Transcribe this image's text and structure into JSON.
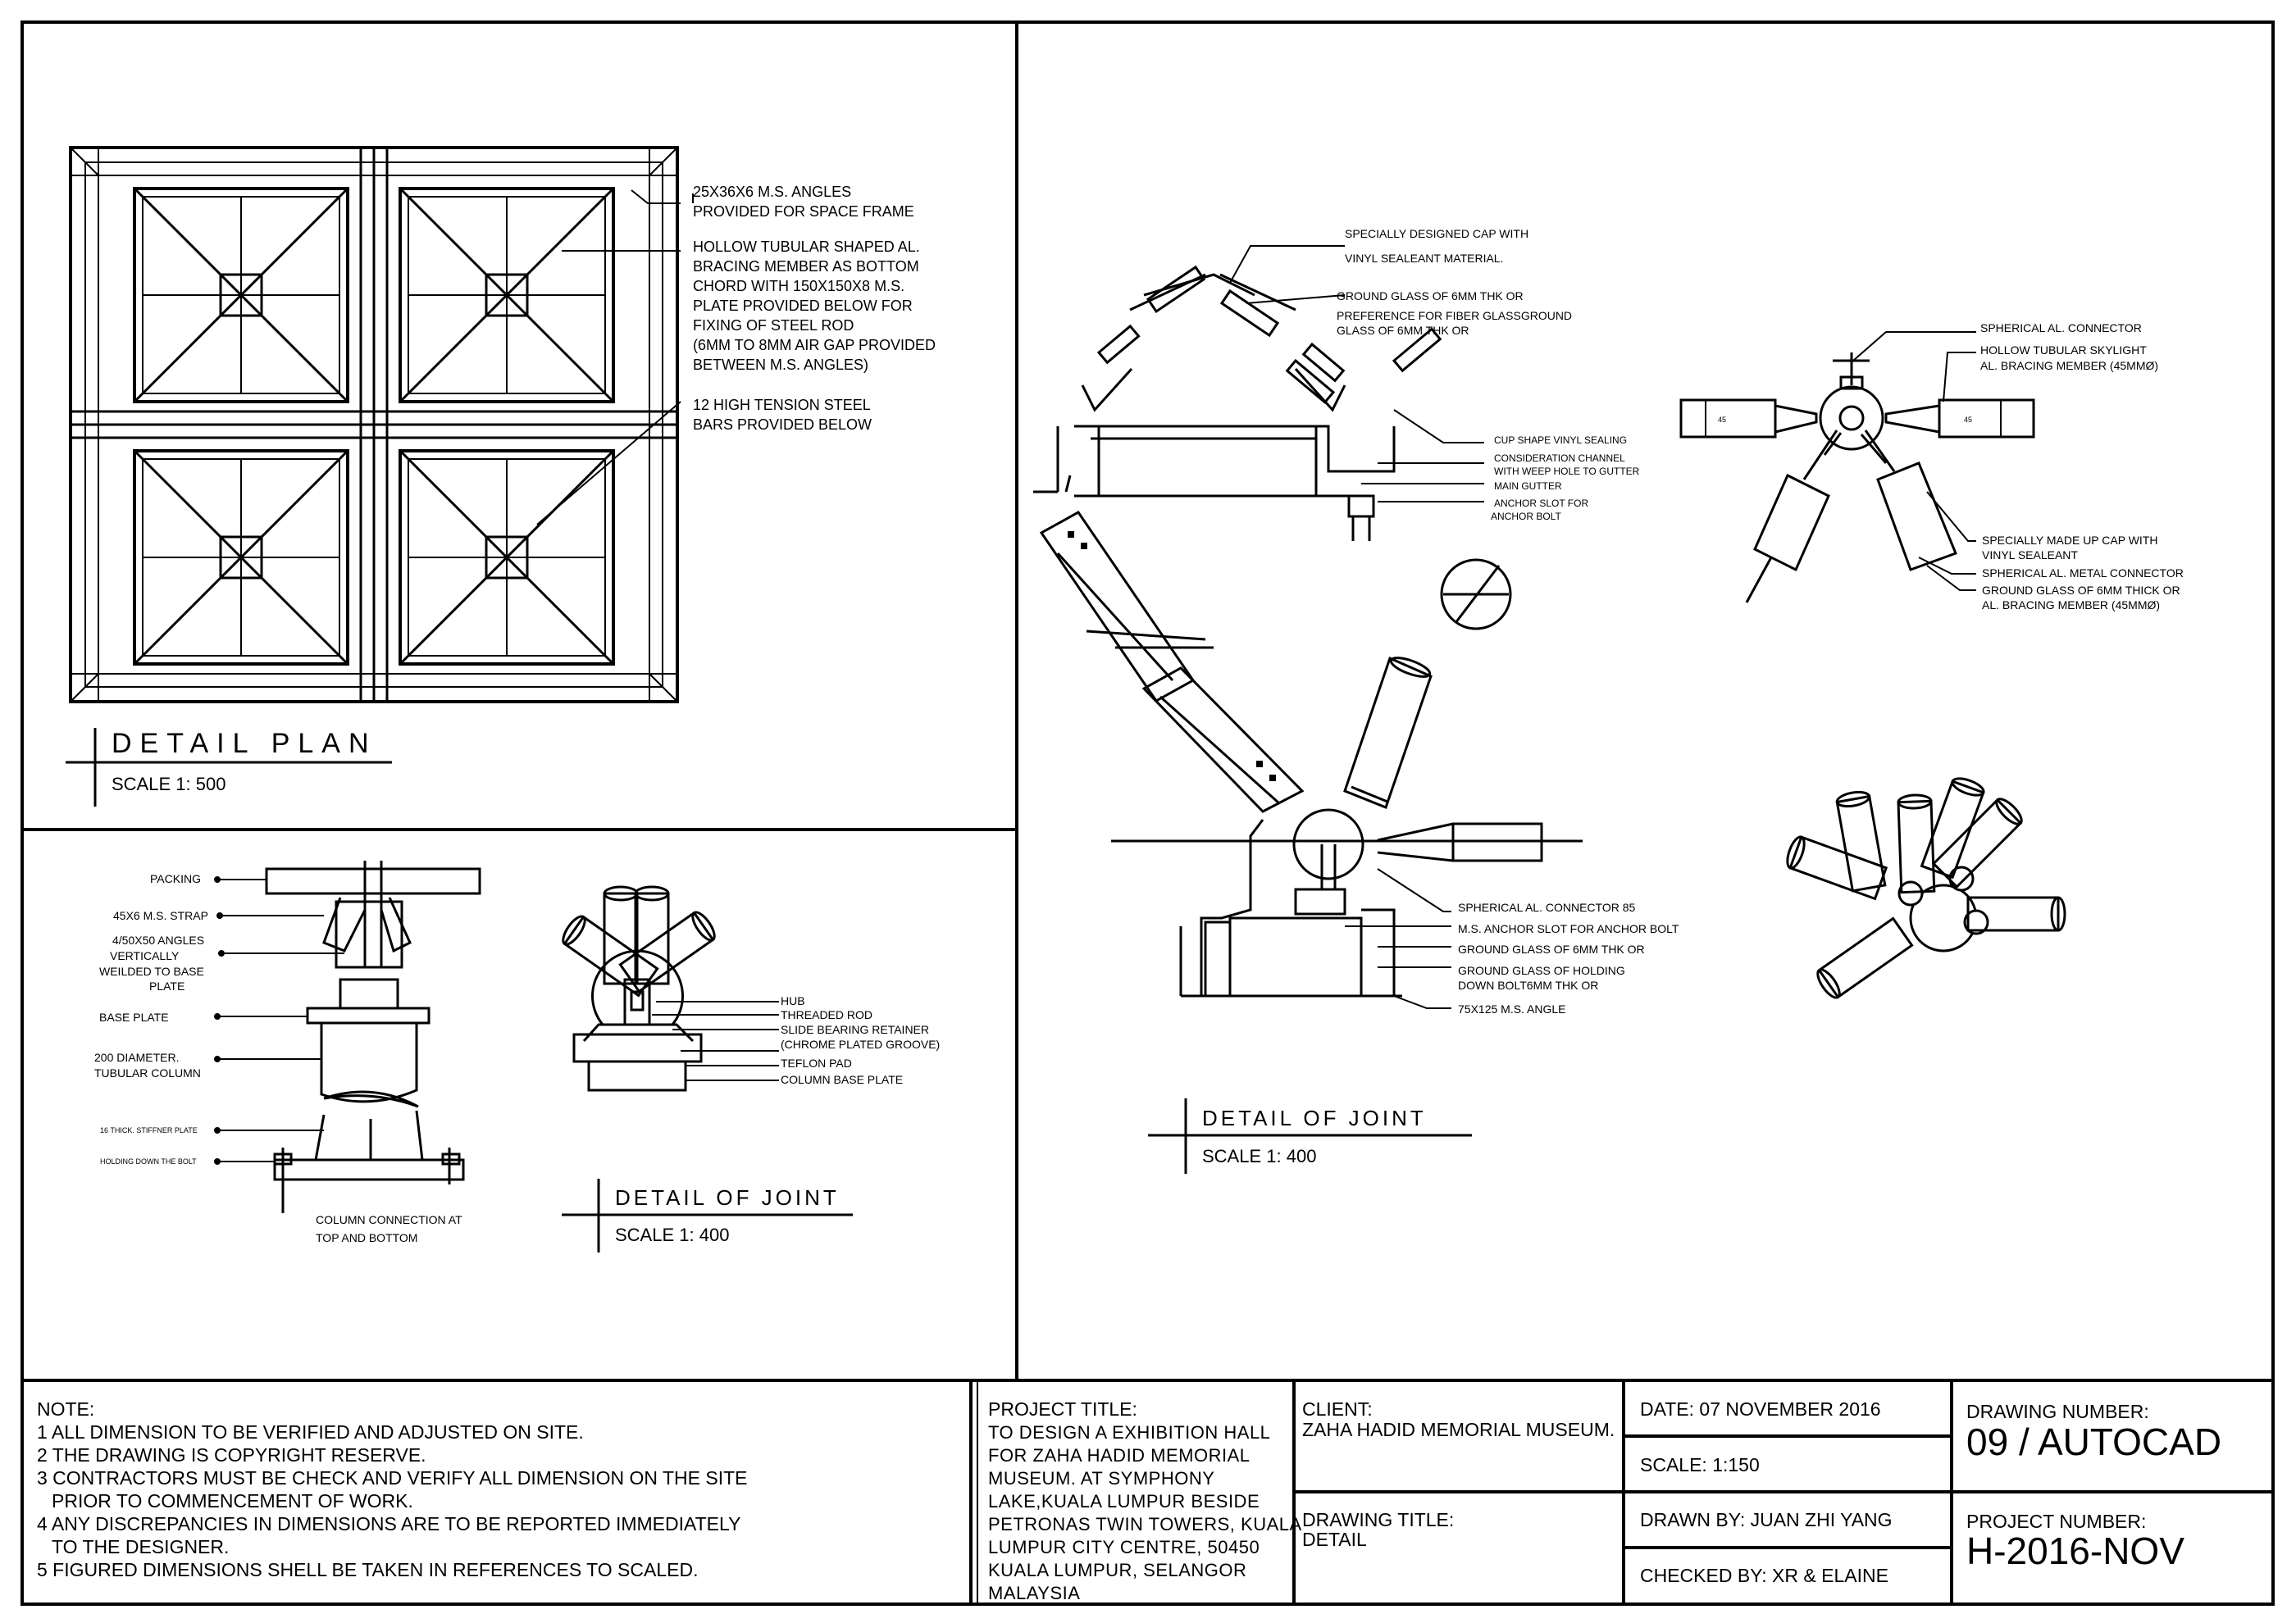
{
  "plan": {
    "title": "DETAIL PLAN",
    "scale": "SCALE 1: 500",
    "notes": [
      "25X36X6 M.S. ANGLES",
      "PROVIDED FOR SPACE FRAME",
      "HOLLOW TUBULAR SHAPED AL.",
      "BRACING MEMBER AS BOTTOM",
      "CHORD WITH 150X150X8 M.S.",
      "PLATE PROVIDED BELOW FOR",
      "FIXING OF STEEL ROD",
      "(6MM TO 8MM AIR GAP PROVIDED",
      "BETWEEN M.S. ANGLES)",
      "12 HIGH TENSION STEEL",
      "BARS PROVIDED BELOW"
    ]
  },
  "column": {
    "labels": [
      "PACKING",
      "45X6 M.S. STRAP",
      "4/50X50 ANGLES",
      "VERTICALLY",
      "WEILDED TO BASE",
      "PLATE",
      "BASE PLATE",
      "200 DIAMETER.",
      "TUBULAR COLUMN",
      "16 THICK. STIFFNER PLATE",
      "HOLDING DOWN THE BOLT"
    ],
    "caption": [
      "COLUMN CONNECTION AT",
      "TOP AND BOTTOM"
    ]
  },
  "hub": {
    "labels": [
      "HUB",
      "THREADED ROD",
      "SLIDE BEARING RETAINER",
      "(CHROME PLATED GROOVE)",
      "TEFLON PAD",
      "COLUMN BASE PLATE"
    ],
    "title": "DETAIL  OF JOINT",
    "scale": "SCALE 1: 400"
  },
  "joint": {
    "labels": [
      "SPECIALLY DESIGNED CAP WITH",
      "VINYL SEALEANT MATERIAL.",
      "GROUND GLASS OF 6MM THK OR",
      "PREFERENCE FOR FIBER GLASSGROUND",
      "GLASS OF 6MM THK OR",
      "CUP SHAPE VINYL SEALING",
      "CONSIDERATION CHANNEL",
      "WITH WEEP HOLE TO GUTTER",
      "MAIN GUTTER",
      "ANCHOR SLOT FOR",
      "ANCHOR BOLT",
      "SPHERICAL AL. CONNECTOR 85",
      "M.S. ANCHOR SLOT FOR ANCHOR BOLT",
      "GROUND GLASS OF 6MM THK OR",
      "GROUND GLASS OF HOLDING",
      "DOWN BOLT6MM THK OR",
      "75X125 M.S. ANGLE"
    ],
    "title": "DETAIL  OF JOINT",
    "scale": "SCALE 1: 400"
  },
  "connector": {
    "labels": [
      "SPHERICAL AL. CONNECTOR",
      "HOLLOW TUBULAR SKYLIGHT",
      "AL. BRACING MEMBER (45MMØ)",
      "SPECIALLY MADE UP CAP WITH",
      "VINYL SEALEANT",
      "SPHERICAL AL. METAL CONNECTOR",
      "GROUND GLASS OF 6MM THICK OR",
      "AL. BRACING MEMBER (45MMØ)"
    ],
    "dim": "45"
  },
  "titleblock": {
    "note_head": "NOTE:",
    "notes": [
      "1 ALL DIMENSION TO BE VERIFIED AND ADJUSTED ON SITE.",
      "2 THE DRAWING IS COPYRIGHT RESERVE.",
      "3 CONTRACTORS MUST BE CHECK AND VERIFY ALL DIMENSION ON THE SITE",
      "PRIOR TO COMMENCEMENT OF WORK.",
      "4 ANY DISCREPANCIES IN DIMENSIONS ARE TO BE REPORTED IMMEDIATELY",
      "TO THE DESIGNER.",
      "5 FIGURED DIMENSIONS SHELL BE TAKEN IN REFERENCES TO SCALED."
    ],
    "project_title_head": "PROJECT TITLE:",
    "project_title": [
      "TO DESIGN A EXHIBITION HALL",
      "FOR ZAHA HADID MEMORIAL",
      "MUSEUM. AT SYMPHONY",
      "LAKE,KUALA LUMPUR BESIDE",
      "PETRONAS TWIN TOWERS, KUALA",
      "LUMPUR CITY CENTRE, 50450",
      "KUALA LUMPUR, SELANGOR",
      "MALAYSIA"
    ],
    "client_head": "CLIENT:",
    "client": "ZAHA HADID MEMORIAL MUSEUM.",
    "drawing_title_head": "DRAWING TITLE:",
    "drawing_title": "DETAIL",
    "date": "DATE: 07 NOVEMBER 2016",
    "scale": "SCALE: 1:150",
    "drawn_by": "DRAWN BY: JUAN ZHI YANG",
    "checked_by": "CHECKED BY: XR & ELAINE",
    "drawing_number_head": "DRAWING NUMBER:",
    "drawing_number": "09 / AUTOCAD",
    "project_number_head": "PROJECT NUMBER:",
    "project_number": "H-2016-NOV"
  }
}
